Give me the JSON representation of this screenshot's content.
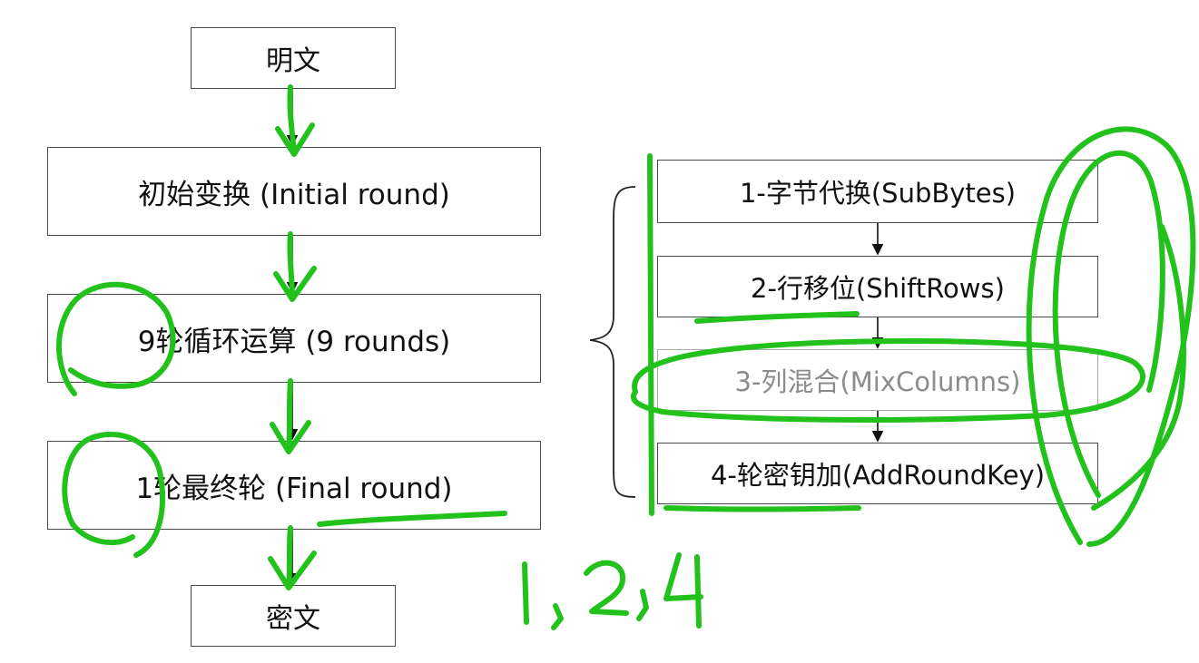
{
  "flow": {
    "plaintext": "明文",
    "initial_round": "初始变换 (Initial round)",
    "nine_rounds": "9轮循环运算 (9 rounds)",
    "final_round": "1轮最终轮 (Final round)",
    "ciphertext": "密文"
  },
  "round_steps": [
    "1-字节代换(SubBytes)",
    "2-行移位(ShiftRows)",
    "3-列混合(MixColumns)",
    "4-轮密钥加(AddRoundKey)"
  ],
  "annotations": {
    "handwritten_note": "1,2,4",
    "ink_color": "#22c11c"
  }
}
